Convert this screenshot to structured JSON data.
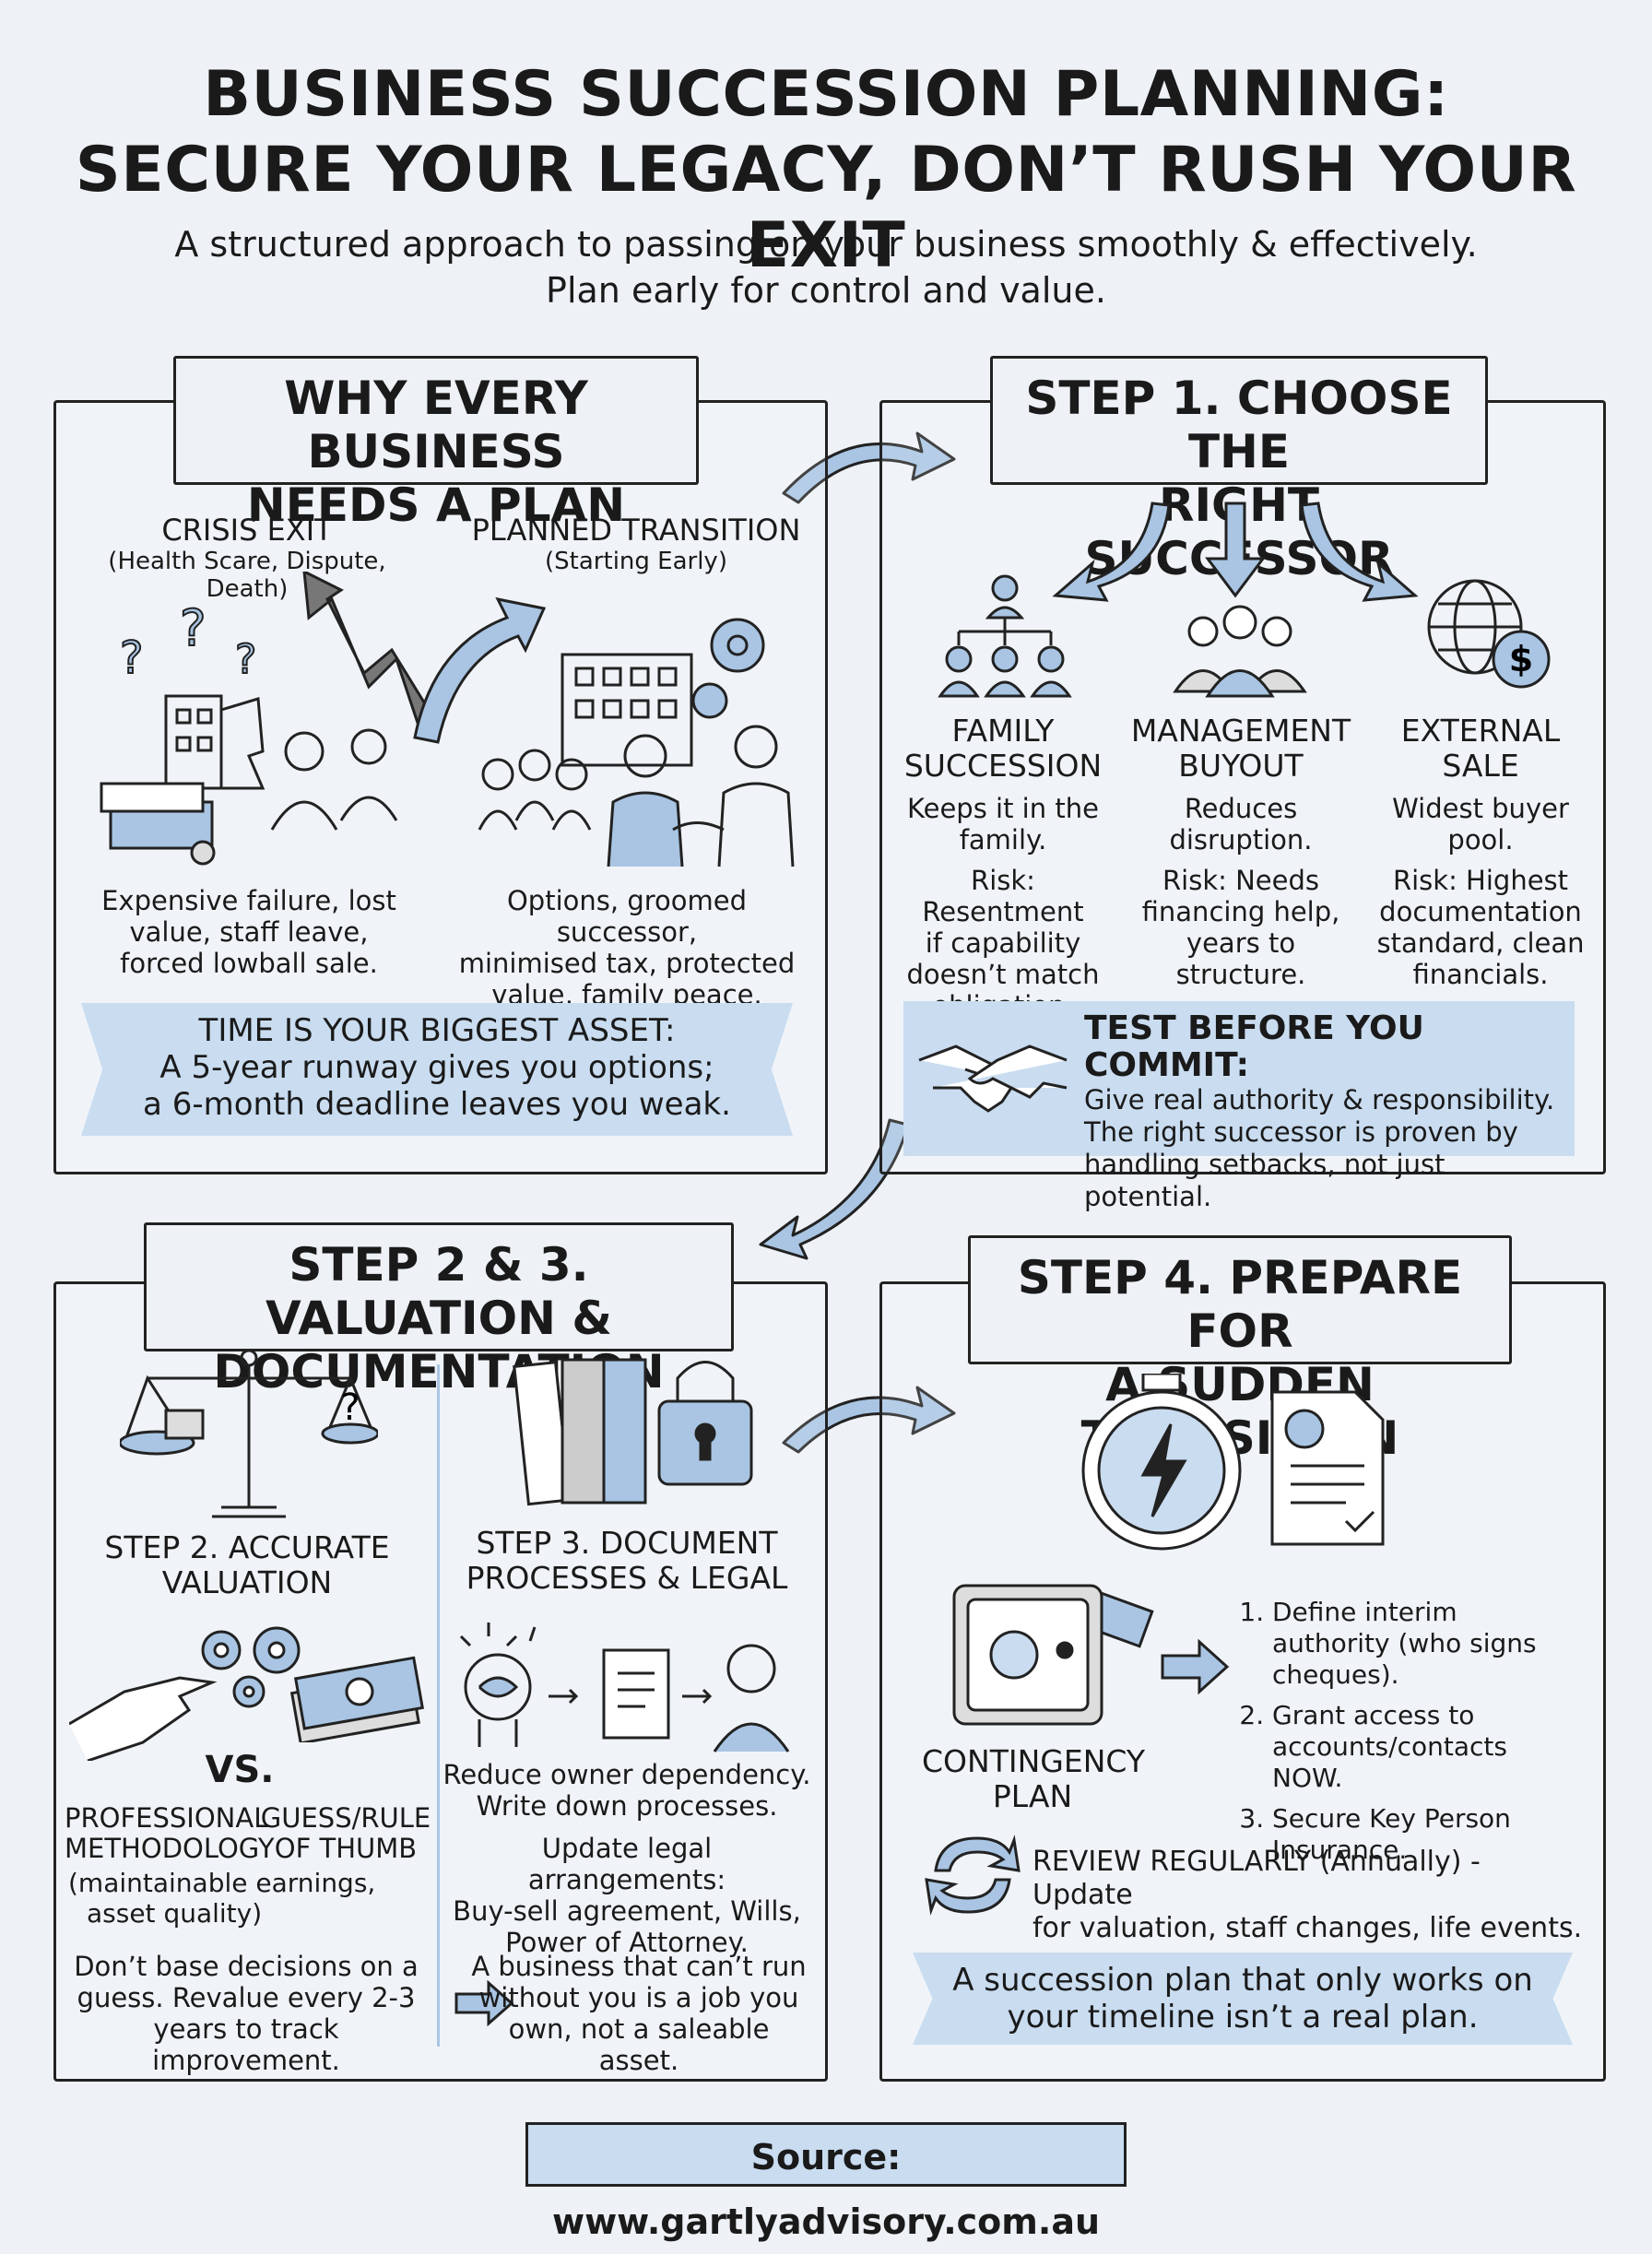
{
  "header": {
    "title_line1": "BUSINESS SUCCESSION PLANNING:",
    "title_line2": "SECURE YOUR LEGACY, DON’T RUSH YOUR EXIT",
    "subtitle_line1": "A structured approach to passing on your business smoothly & effectively.",
    "subtitle_line2": "Plan early for control and value."
  },
  "why": {
    "title_line1": "WHY EVERY BUSINESS",
    "title_line2": "NEEDS A PLAN",
    "crisis_title": "CRISIS EXIT",
    "crisis_sub": "(Health Scare, Dispute, Death)",
    "planned_title": "PLANNED TRANSITION",
    "planned_sub": "(Starting Early)",
    "crisis_l1": "Expensive failure, lost",
    "crisis_l2": "value, staff leave,",
    "crisis_l3": "forced lowball sale.",
    "planned_l1": "Options, groomed successor,",
    "planned_l2": "minimised tax, protected",
    "planned_l3": "value, family peace.",
    "banner_l1": "TIME IS YOUR BIGGEST ASSET:",
    "banner_l2": "A 5-year runway gives you options;",
    "banner_l3": "a 6-month deadline leaves you weak."
  },
  "step1": {
    "title_line1": "STEP 1. CHOOSE THE",
    "title_line2": "RIGHT SUCCESSOR",
    "family_t1": "FAMILY",
    "family_t2": "SUCCESSION",
    "family_d1": "Keeps it in the",
    "family_d2": "family.",
    "family_r1": "Risk: Resentment",
    "family_r2": "if capability",
    "family_r3": "doesn’t match",
    "family_r4": "obligation.",
    "mgmt_t1": "MANAGEMENT",
    "mgmt_t2": "BUYOUT",
    "mgmt_d1": "Reduces",
    "mgmt_d2": "disruption.",
    "mgmt_r1": "Risk: Needs",
    "mgmt_r2": "financing help,",
    "mgmt_r3": "years to structure.",
    "ext_t1": "EXTERNAL",
    "ext_t2": "SALE",
    "ext_d1": "Widest buyer",
    "ext_d2": "pool.",
    "ext_r1": "Risk: Highest",
    "ext_r2": "documentation",
    "ext_r3": "standard, clean",
    "ext_r4": "financials.",
    "test_title": "TEST BEFORE YOU COMMIT:",
    "test_l1": "Give real authority & responsibility.",
    "test_l2": "The right successor is proven by",
    "test_l3": "handling setbacks, not just potential.",
    "dollar": "$"
  },
  "step23": {
    "title_line1": "STEP 2 & 3. VALUATION &",
    "title_line2": "DOCUMENTATION",
    "s2_t1": "STEP 2. ACCURATE",
    "s2_t2": "VALUATION",
    "vs": "VS.",
    "prof_1": "PROFESSIONAL",
    "prof_2": "METHODOLOGY",
    "guess_1": "GUESS/RULE",
    "guess_2": "OF THUMB",
    "prof_n1": "(maintainable earnings,",
    "prof_n2": "asset quality)",
    "s2_b1": "Don’t base decisions on a",
    "s2_b2": "guess. Revalue every 2-3",
    "s2_b3": "years to track improvement.",
    "s3_t1": "STEP 3. DOCUMENT",
    "s3_t2": "PROCESSES & LEGAL",
    "s3_a1": "Reduce owner dependency.",
    "s3_a2": "Write down processes.",
    "s3_b1": "Update legal arrangements:",
    "s3_b2": "Buy-sell agreement, Wills,",
    "s3_b3": "Power of Attorney.",
    "s3_c1": "A business that can’t run",
    "s3_c2": "without you is a job you",
    "s3_c3": "own, not a saleable asset.",
    "qmark": "?"
  },
  "step4": {
    "title_line1": "STEP 4. PREPARE FOR",
    "title_line2": "A SUDDEN TRANSITION",
    "cont_1": "CONTINGENCY",
    "cont_2": "PLAN",
    "item1": "Define interim authority (who signs cheques).",
    "item2": "Grant access to accounts/contacts NOW.",
    "item3": "Secure Key Person Insurance.",
    "review_bold": "REVIEW REGULARLY",
    "review_l1": " (Annually) - Update",
    "review_l2": "for valuation, staff changes, life events.",
    "banner_l1": "A succession plan that only works on",
    "banner_l2": "your timeline isn’t a real plan."
  },
  "footer": {
    "source": "Source: www.gartlyadvisory.com.au"
  },
  "colors": {
    "accent": "#a9c5e3",
    "banner": "#c9dcf0",
    "ink": "#222222",
    "background": "#eef2f7"
  },
  "icons": [
    "crisis-buildings-icon",
    "planned-office-icon",
    "family-tree-icon",
    "management-group-icon",
    "globe-dollar-icon",
    "handshake-icon",
    "scales-icon",
    "gears-hand-icon",
    "money-icon",
    "binders-lock-icon",
    "brain-doc-person-icon",
    "stopwatch-icon",
    "document-icon",
    "safe-icon",
    "refresh-icon",
    "arrow-icon"
  ]
}
